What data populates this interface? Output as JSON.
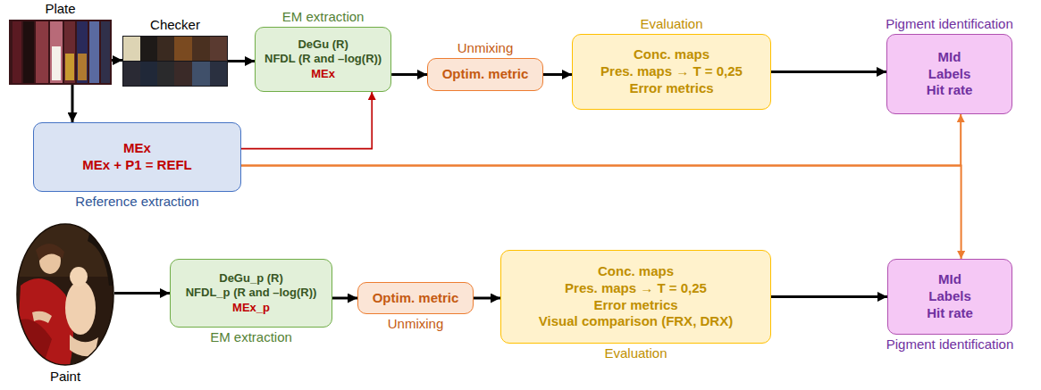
{
  "diagram": {
    "nodes": [
      {
        "text": [
          "Plate"
        ]
      },
      {
        "text": [
          "Checker"
        ]
      },
      {
        "text": [
          "EM extraction",
          "DeGu (R)",
          "NFDL (R and –log(R))",
          "MEx"
        ]
      },
      {
        "text": [
          "Unmixing",
          "Optim. metric"
        ]
      },
      {
        "text": [
          "Evaluation",
          "Conc. maps",
          "Pres. maps → T = 0,25",
          "Error metrics"
        ]
      },
      {
        "text": [
          "Pigment identification",
          "MId",
          "Labels",
          "Hit rate"
        ]
      },
      {
        "text": [
          "MEx",
          "MEx + P1 = REFL",
          "Reference extraction"
        ]
      },
      {
        "text": [
          "Paint"
        ]
      },
      {
        "text": [
          "DeGu_p (R)",
          "NFDL_p (R and –log(R))",
          "MEx_p",
          "EM extraction"
        ]
      },
      {
        "text": [
          "Optim. metric",
          "Unmixing"
        ]
      },
      {
        "text": [
          "Conc. maps",
          "Pres. maps → T = 0,25",
          "Error metrics",
          "Visual comparison (FRX, DRX)",
          "Evaluation"
        ]
      },
      {
        "text": [
          "MId",
          "Labels",
          "Hit rate",
          "Pigment identification"
        ]
      }
    ],
    "edges": [
      {
        "from": 0,
        "to": 1,
        "arrow": "to"
      },
      {
        "from": 1,
        "to": 2,
        "arrow": "to"
      },
      {
        "from": 2,
        "to": 3,
        "arrow": "to"
      },
      {
        "from": 3,
        "to": 4,
        "arrow": "to"
      },
      {
        "from": 4,
        "to": 5,
        "arrow": "to"
      },
      {
        "from": 0,
        "to": 6,
        "arrow": "to"
      },
      {
        "from": 6,
        "to": 2,
        "arrow": "to"
      },
      {
        "from": 6,
        "to": 5,
        "arrow": "to"
      },
      {
        "from": 6,
        "to": 11,
        "arrow": "to"
      },
      {
        "from": 7,
        "to": 8,
        "arrow": "to"
      },
      {
        "from": 8,
        "to": 9,
        "arrow": "to"
      },
      {
        "from": 9,
        "to": 10,
        "arrow": "to"
      },
      {
        "from": 10,
        "to": 11,
        "arrow": "to"
      }
    ]
  }
}
